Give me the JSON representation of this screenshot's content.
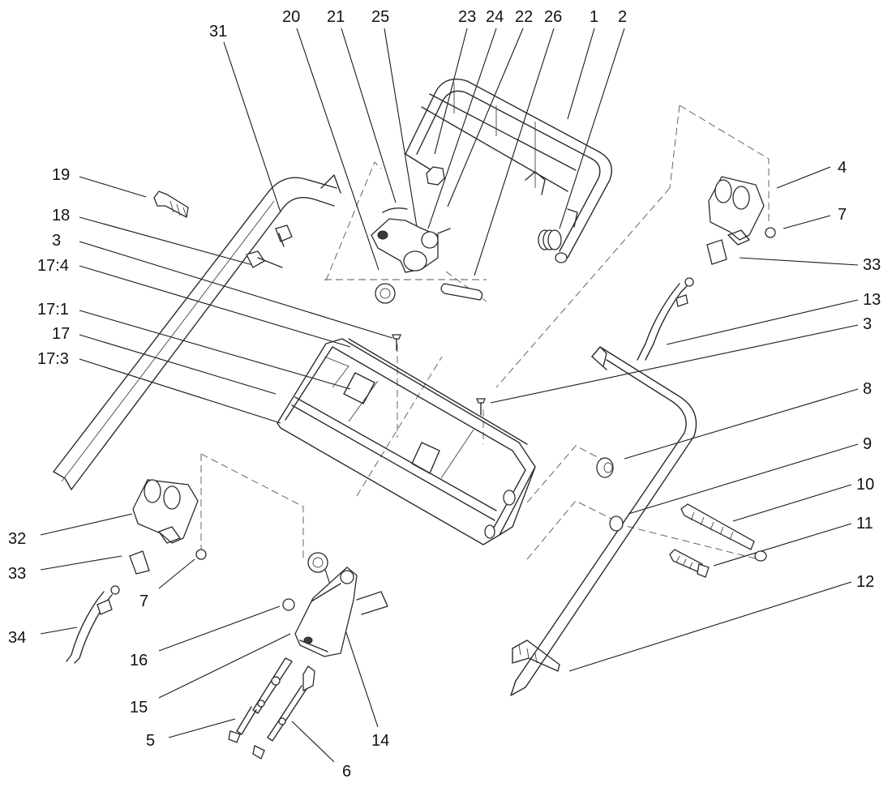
{
  "callouts": [
    {
      "id": "c31",
      "label": "31"
    },
    {
      "id": "c20",
      "label": "20"
    },
    {
      "id": "c21",
      "label": "21"
    },
    {
      "id": "c25",
      "label": "25"
    },
    {
      "id": "c23",
      "label": "23"
    },
    {
      "id": "c24",
      "label": "24"
    },
    {
      "id": "c22",
      "label": "22"
    },
    {
      "id": "c26",
      "label": "26"
    },
    {
      "id": "c1",
      "label": "1"
    },
    {
      "id": "c2",
      "label": "2"
    },
    {
      "id": "c19",
      "label": "19"
    },
    {
      "id": "c18",
      "label": "18"
    },
    {
      "id": "c3a",
      "label": "3"
    },
    {
      "id": "c174",
      "label": "17:4"
    },
    {
      "id": "c171",
      "label": "17:1"
    },
    {
      "id": "c17",
      "label": "17"
    },
    {
      "id": "c173",
      "label": "17:3"
    },
    {
      "id": "c4",
      "label": "4"
    },
    {
      "id": "c7a",
      "label": "7"
    },
    {
      "id": "c33a",
      "label": "33"
    },
    {
      "id": "c13",
      "label": "13"
    },
    {
      "id": "c3b",
      "label": "3"
    },
    {
      "id": "c8",
      "label": "8"
    },
    {
      "id": "c9",
      "label": "9"
    },
    {
      "id": "c10",
      "label": "10"
    },
    {
      "id": "c11",
      "label": "11"
    },
    {
      "id": "c12",
      "label": "12"
    },
    {
      "id": "c32",
      "label": "32"
    },
    {
      "id": "c33b",
      "label": "33"
    },
    {
      "id": "c7b",
      "label": "7"
    },
    {
      "id": "c34",
      "label": "34"
    },
    {
      "id": "c16",
      "label": "16"
    },
    {
      "id": "c15",
      "label": "15"
    },
    {
      "id": "c14",
      "label": "14"
    },
    {
      "id": "c5",
      "label": "5"
    },
    {
      "id": "c6",
      "label": "6"
    }
  ]
}
